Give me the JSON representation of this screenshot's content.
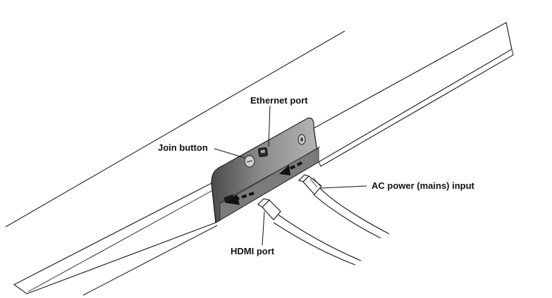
{
  "labels": {
    "ethernet": "Ethernet port",
    "join": "Join button",
    "ac_power": "AC power (mains) input",
    "hdmi": "HDMI port"
  }
}
